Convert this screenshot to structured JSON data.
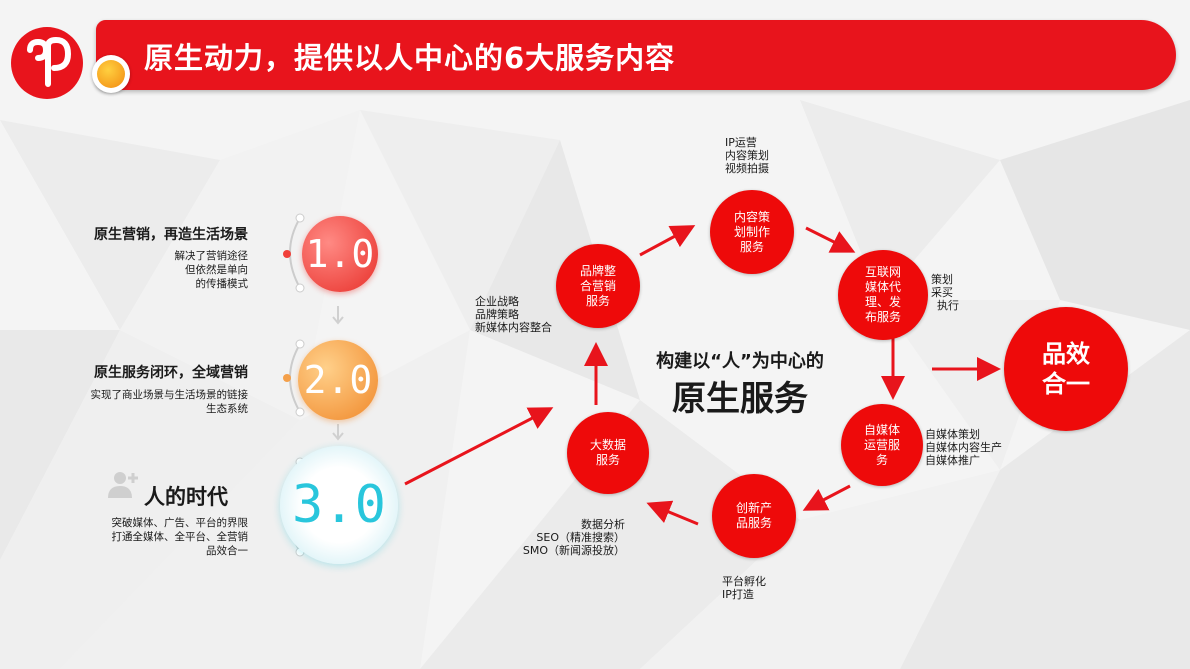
{
  "header": {
    "title": "原生动力，提供以人中心的6大服务内容"
  },
  "stages": [
    {
      "title": "原生营销，再造生活场景",
      "desc": [
        "解决了营销途径",
        "但依然是单向",
        "的传播模式"
      ],
      "badge": "1.0"
    },
    {
      "title": "原生服务闭环，全域营销",
      "desc": [
        "实现了商业场景与生活场景的链接",
        "生态系统"
      ],
      "badge": "2.0"
    },
    {
      "title": "人的时代",
      "desc": [
        "突破媒体、广告、平台的界限",
        "打通全媒体、全平台、全营销",
        "品效合一"
      ],
      "badge": "3.0"
    }
  ],
  "center": {
    "subtitle": "构建以“人”为中心的",
    "title": "原生服务"
  },
  "services": {
    "content": "内容策划制作服务",
    "content_lines": [
      "内容策",
      "划制作",
      "服务"
    ],
    "internet": "互联网媒体代理、发布服务",
    "internet_lines": [
      "互联网",
      "媒体代",
      "理、发",
      "布服务"
    ],
    "selfmedia": "自媒体运营服务",
    "selfmedia_lines": [
      "自媒体",
      "运营服",
      "务"
    ],
    "innovation": "创新产品服务",
    "innovation_lines": [
      "创新产",
      "品服务"
    ],
    "bigdata": "大数据服务",
    "bigdata_lines": [
      "大数据",
      "服务"
    ],
    "brand": "品牌整合营销服务",
    "brand_lines": [
      "品牌整",
      "合营销",
      "服务"
    ]
  },
  "result": {
    "lines": [
      "品效",
      "合一"
    ]
  },
  "annotations": {
    "content": [
      "IP运营",
      "内容策划",
      "视频拍摄"
    ],
    "internet": [
      "策划",
      "采买",
      "执行"
    ],
    "selfmedia": [
      "自媒体策划",
      "自媒体内容生产",
      "自媒体推广"
    ],
    "innovation": [
      "平台孵化",
      "IP打造"
    ],
    "bigdata": [
      "数据分析",
      "SEO（精准搜索）",
      "SMO（新闻源投放）"
    ],
    "brand": [
      "企业战略",
      "品牌策略",
      "新媒体内容整合"
    ]
  },
  "colors": {
    "brand_red": "#e8141c",
    "node_red": "#ee0a0a",
    "stage1": "#f0403a",
    "stage2": "#f4a04a",
    "stage3": "#29c6dc"
  }
}
